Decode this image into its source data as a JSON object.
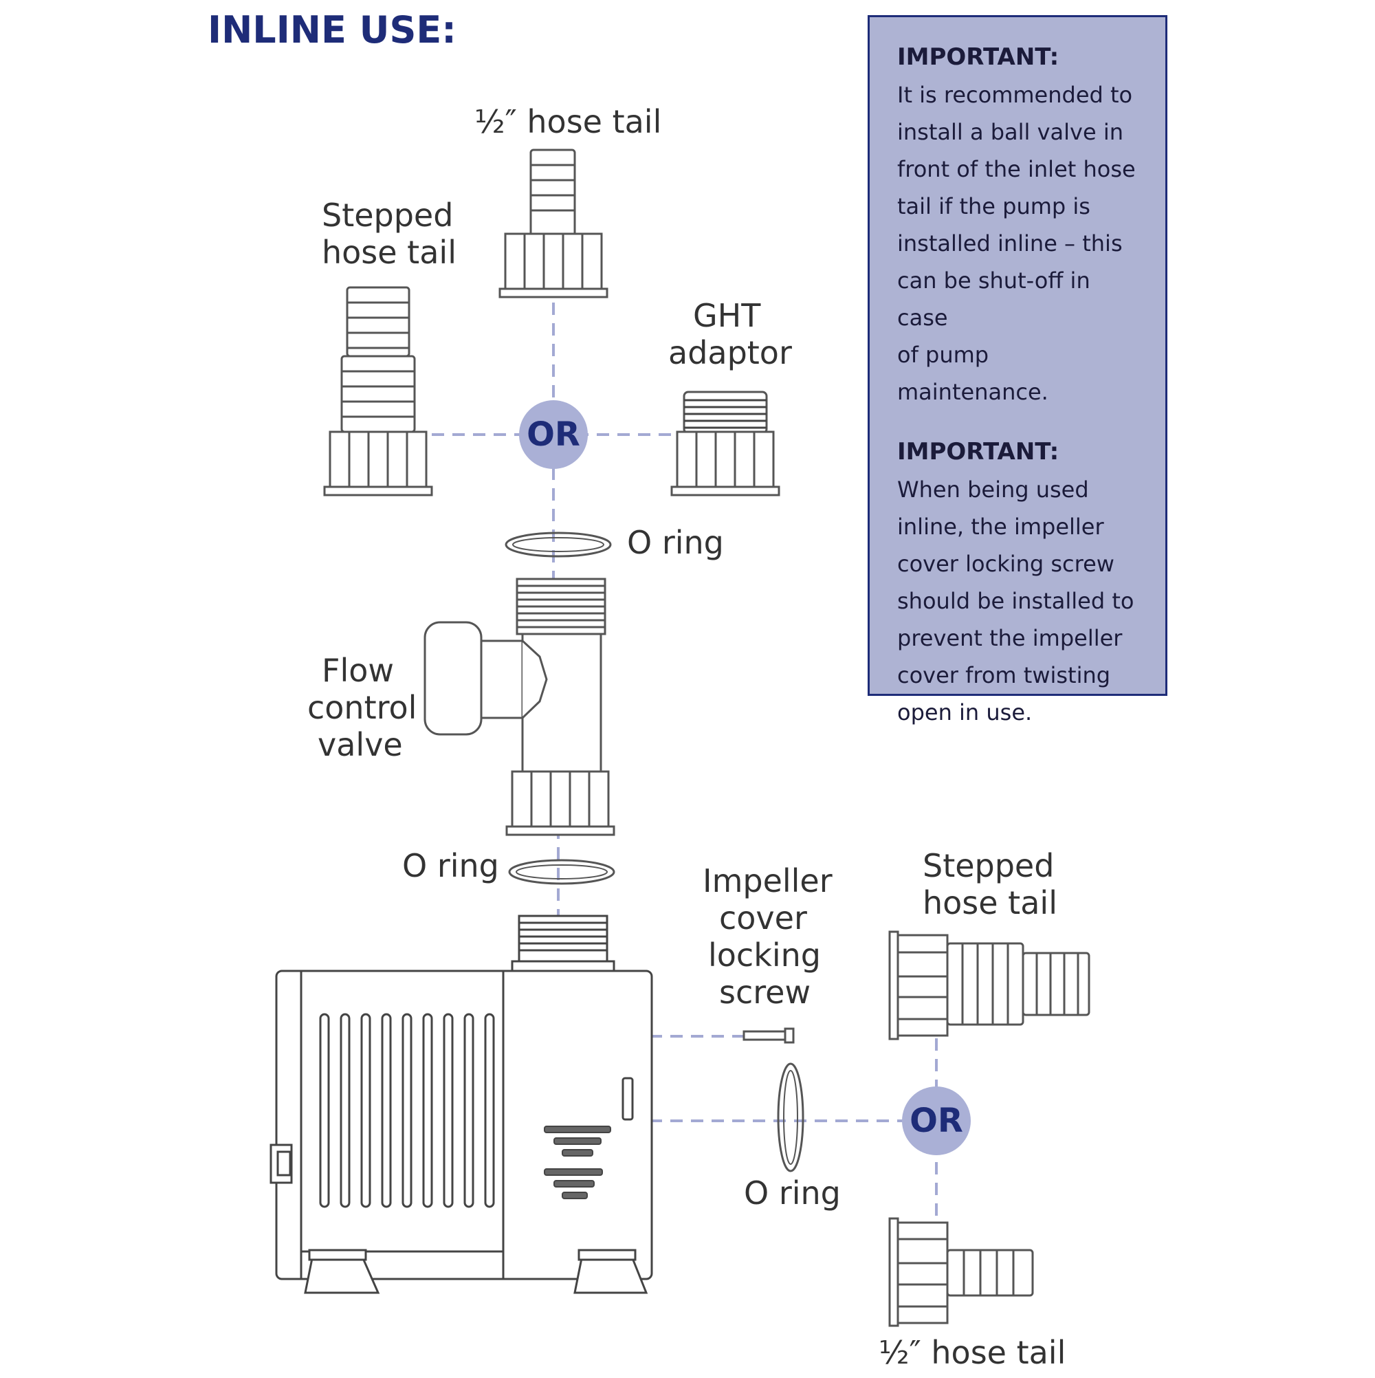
{
  "title": "INLINE USE:",
  "colors": {
    "accent": "#1e2c78",
    "or_fill": "#aab0d6",
    "dash": "#a3a9d3",
    "note_bg": "#aeb3d3"
  },
  "labels": {
    "half_hose_tail_top": "½″ hose tail",
    "stepped_hose_tail_top_1": "Stepped",
    "stepped_hose_tail_top_2": "hose tail",
    "ght_adaptor_1": "GHT",
    "ght_adaptor_2": "adaptor",
    "or_top": "OR",
    "o_ring_top": "O ring",
    "flow_control_valve_1": "Flow",
    "flow_control_valve_2": "control",
    "flow_control_valve_3": "valve",
    "o_ring_middle": "O ring",
    "impeller_1": "Impeller",
    "impeller_2": "cover",
    "impeller_3": "locking",
    "impeller_4": "screw",
    "stepped_hose_tail_right_1": "Stepped",
    "stepped_hose_tail_right_2": "hose tail",
    "or_bottom": "OR",
    "o_ring_bottom": "O ring",
    "half_hose_tail_bottom": "½″ hose tail"
  },
  "notes": [
    {
      "heading": "IMPORTANT:",
      "lines": [
        "It is recommended to",
        "install a ball valve in",
        "front of the inlet hose",
        "tail if the pump is",
        "installed inline – this",
        "can be shut-off in case",
        "of pump maintenance."
      ]
    },
    {
      "heading": "IMPORTANT:",
      "lines": [
        "When being used",
        "inline, the impeller",
        "cover locking screw",
        "should be installed to",
        "prevent the impeller",
        "cover from twisting",
        "open in use."
      ]
    }
  ]
}
